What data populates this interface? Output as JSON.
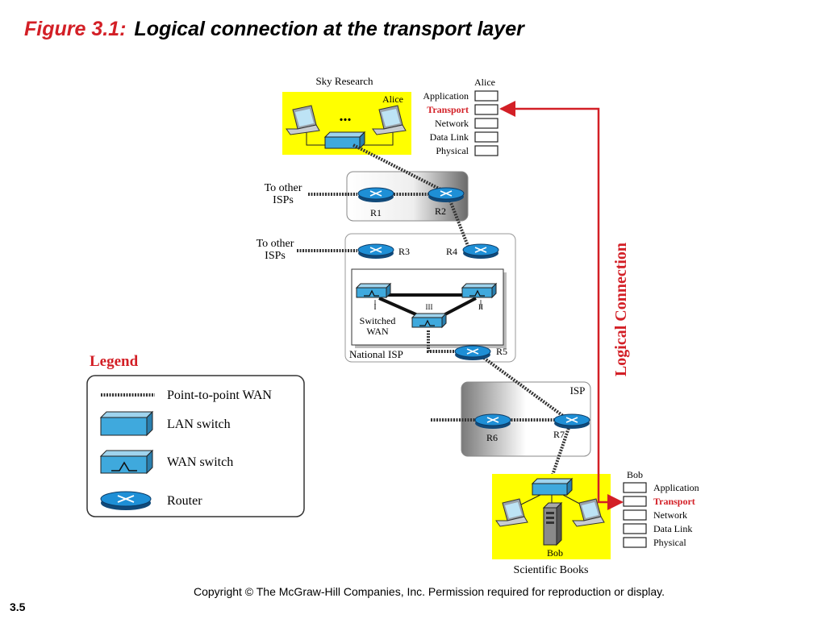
{
  "slide": {
    "figure_label": "Figure 3.1:",
    "title": "Logical connection at the transport layer",
    "copyright": "Copyright © The McGraw-Hill Companies, Inc. Permission required for reproduction or display.",
    "slide_number": "3.5"
  },
  "sites": {
    "top": {
      "name": "Sky Research",
      "host": "Alice",
      "dots": "..."
    },
    "bottom": {
      "name": "Scientific Books",
      "host": "Bob"
    }
  },
  "stacks": {
    "alice": {
      "owner": "Alice",
      "layers": [
        "Application",
        "Transport",
        "Network",
        "Data Link",
        "Physical"
      ],
      "highlight": "Transport"
    },
    "bob": {
      "owner": "Bob",
      "layers": [
        "Application",
        "Transport",
        "Network",
        "Data Link",
        "Physical"
      ],
      "highlight": "Transport"
    }
  },
  "network": {
    "to_other_isps_1": [
      "To other",
      "ISPs"
    ],
    "to_other_isps_2": [
      "To other",
      "ISPs"
    ],
    "routers": [
      "R1",
      "R2",
      "R3",
      "R4",
      "R5",
      "R6",
      "R7"
    ],
    "national_isp": "National ISP",
    "isp": "ISP",
    "switched_wan": [
      "Switched",
      "WAN"
    ],
    "wan_switch_labels": [
      "I",
      "II",
      "III"
    ]
  },
  "logical_connection": "Logical Connection",
  "legend": {
    "title": "Legend",
    "items": [
      "Point-to-point WAN",
      "LAN switch",
      "WAN switch",
      "Router"
    ]
  },
  "colors": {
    "accent_red": "#d31f26",
    "site_yellow": "#ffff00",
    "device_blue": "#3fa9dd",
    "router_blue": "#1e8fd6"
  }
}
